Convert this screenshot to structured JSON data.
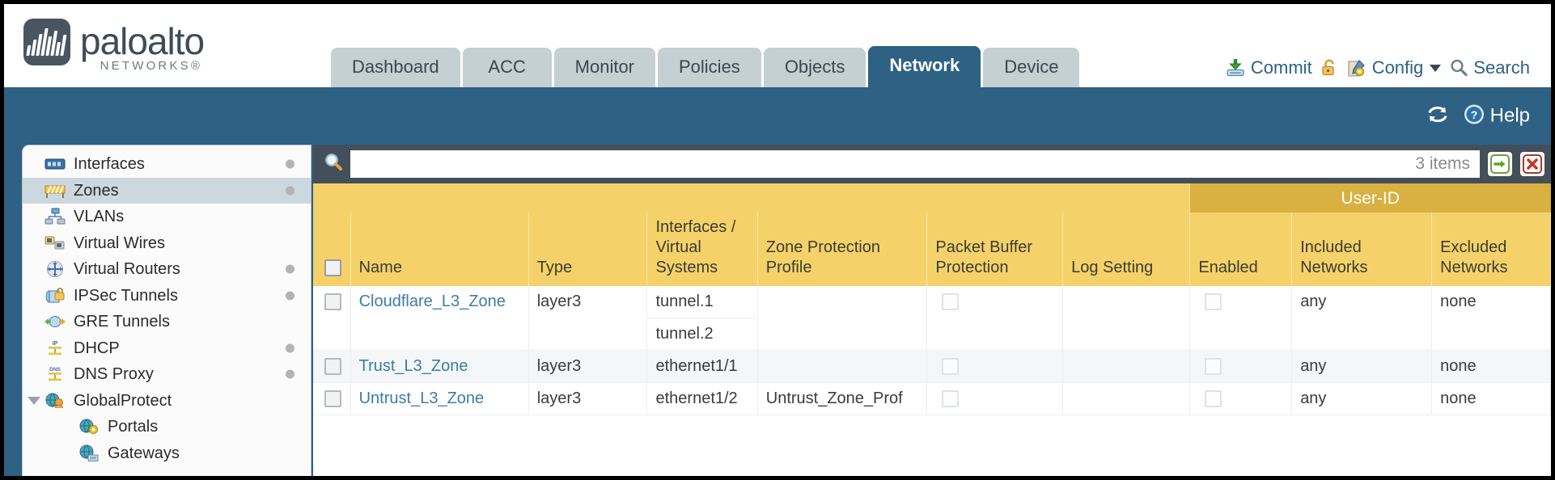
{
  "brand": {
    "name": "paloalto",
    "subtitle": "NETWORKS®"
  },
  "nav": {
    "tabs": [
      {
        "label": "Dashboard",
        "active": false
      },
      {
        "label": "ACC",
        "active": false
      },
      {
        "label": "Monitor",
        "active": false
      },
      {
        "label": "Policies",
        "active": false
      },
      {
        "label": "Objects",
        "active": false
      },
      {
        "label": "Network",
        "active": true
      },
      {
        "label": "Device",
        "active": false
      }
    ],
    "actions": [
      {
        "label": "Commit",
        "icon": "commit-icon"
      },
      {
        "label": "",
        "icon": "lock-icon"
      },
      {
        "label": "Config",
        "icon": "config-icon",
        "caret": true
      },
      {
        "label": "Search",
        "icon": "search-icon"
      }
    ]
  },
  "subheader": {
    "refresh_icon": "refresh-icon",
    "help_icon": "help-icon",
    "help_label": "Help"
  },
  "sidebar": {
    "items": [
      {
        "label": "Interfaces",
        "icon": "interfaces-icon",
        "selected": false,
        "dot": true,
        "child": false,
        "caret": false
      },
      {
        "label": "Zones",
        "icon": "zones-icon",
        "selected": true,
        "dot": true,
        "child": false,
        "caret": false
      },
      {
        "label": "VLANs",
        "icon": "vlans-icon",
        "selected": false,
        "dot": false,
        "child": false,
        "caret": false
      },
      {
        "label": "Virtual Wires",
        "icon": "virtual-wires-icon",
        "selected": false,
        "dot": false,
        "child": false,
        "caret": false
      },
      {
        "label": "Virtual Routers",
        "icon": "virtual-routers-icon",
        "selected": false,
        "dot": true,
        "child": false,
        "caret": false
      },
      {
        "label": "IPSec Tunnels",
        "icon": "ipsec-tunnels-icon",
        "selected": false,
        "dot": true,
        "child": false,
        "caret": false
      },
      {
        "label": "GRE Tunnels",
        "icon": "gre-tunnels-icon",
        "selected": false,
        "dot": false,
        "child": false,
        "caret": false
      },
      {
        "label": "DHCP",
        "icon": "dhcp-icon",
        "selected": false,
        "dot": true,
        "child": false,
        "caret": false
      },
      {
        "label": "DNS Proxy",
        "icon": "dns-proxy-icon",
        "selected": false,
        "dot": true,
        "child": false,
        "caret": false
      },
      {
        "label": "GlobalProtect",
        "icon": "globalprotect-icon",
        "selected": false,
        "dot": false,
        "child": false,
        "caret": true
      },
      {
        "label": "Portals",
        "icon": "portals-icon",
        "selected": false,
        "dot": false,
        "child": true,
        "caret": false
      },
      {
        "label": "Gateways",
        "icon": "gateways-icon",
        "selected": false,
        "dot": false,
        "child": true,
        "caret": false
      }
    ]
  },
  "filter": {
    "search_icon": "search-icon",
    "value": "",
    "placeholder": "",
    "items_count": "3 items",
    "apply_icon": "apply-arrow-icon",
    "clear_icon": "clear-x-icon"
  },
  "table": {
    "group_header": {
      "label": "User-ID",
      "span": 3
    },
    "columns": [
      "Name",
      "Type",
      "Interfaces / Virtual Systems",
      "Zone Protection Profile",
      "Packet Buffer Protection",
      "Log Setting",
      "Enabled",
      "Included Networks",
      "Excluded Networks"
    ],
    "rows": [
      {
        "name": "Cloudflare_L3_Zone",
        "type": "layer3",
        "interfaces": [
          "tunnel.1",
          "tunnel.2"
        ],
        "zone_protection_profile": "",
        "packet_buffer_protection": false,
        "log_setting": "",
        "userid_enabled": false,
        "included_networks": "any",
        "excluded_networks": "none",
        "alt": false
      },
      {
        "name": "Trust_L3_Zone",
        "type": "layer3",
        "interfaces": [
          "ethernet1/1"
        ],
        "zone_protection_profile": "",
        "packet_buffer_protection": false,
        "log_setting": "",
        "userid_enabled": false,
        "included_networks": "any",
        "excluded_networks": "none",
        "alt": true
      },
      {
        "name": "Untrust_L3_Zone",
        "type": "layer3",
        "interfaces": [
          "ethernet1/2"
        ],
        "zone_protection_profile": "Untrust_Zone_Prof",
        "packet_buffer_protection": false,
        "log_setting": "",
        "userid_enabled": false,
        "included_networks": "any",
        "excluded_networks": "none",
        "alt": false
      }
    ]
  },
  "colors": {
    "header_blue": "#2e6184",
    "tab_gray": "#c4d0d1",
    "table_header_yellow": "#f5d269",
    "group_header_yellow": "#d9b142",
    "filter_bar": "#434f5a",
    "link_blue": "#3d7ca5"
  }
}
